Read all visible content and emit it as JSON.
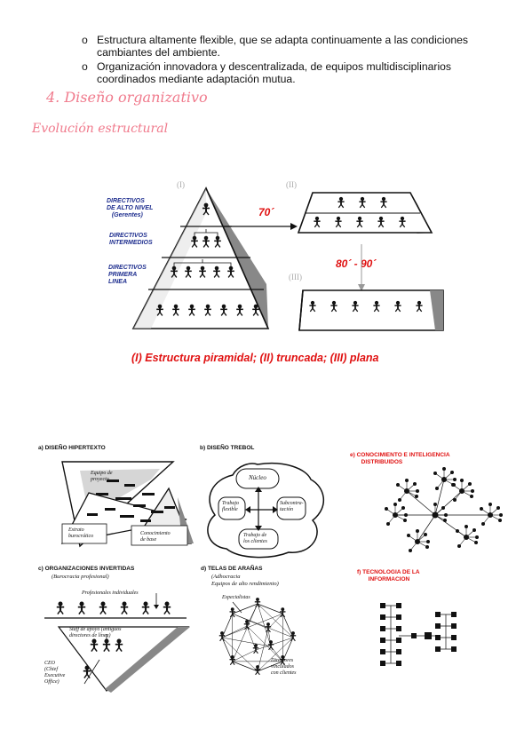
{
  "bullets": [
    {
      "marker": "o",
      "line1": "Estructura altamente flexible, que se adapta continuamente a las condiciones",
      "line2": "cambiantes del ambiente."
    },
    {
      "marker": "o",
      "line1": "Organización innovadora y descentralizada, de equipos multidisciplinarios",
      "line2": "coordinados mediante adaptación mutua."
    }
  ],
  "heading": "4. Diseño organizativo",
  "subheading": "Evolución estructural",
  "figure1": {
    "roman": [
      "(I)",
      "(II)",
      "(III)"
    ],
    "labels": {
      "alto_1": "DIRECTIVOS",
      "alto_2": "DE ALTO NIVEL",
      "alto_3": "(Gerentes)",
      "inter_1": "DIRECTIVOS",
      "inter_2": "INTERMEDIOS",
      "prim_1": "DIRECTIVOS",
      "prim_2": "PRIMERA",
      "prim_3": "LINEA"
    },
    "era1": "70´",
    "era2": "80´ -  90´",
    "caption": "(I) Estructura piramidal;   (II) truncada;   (III) plana"
  },
  "panels": {
    "a": {
      "title": "a)  DISEÑO HIPERTEXTO",
      "t1_1": "Equipo de",
      "t1_2": "proyecto",
      "t2_1": "Estrato",
      "t2_2": "burocrático",
      "t3_1": "Conocimiento",
      "t3_2": "de base"
    },
    "b": {
      "title": "b)  DISEÑO TREBOL",
      "nucleo": "Núcleo",
      "tl_1": "Trabajo",
      "tl_2": "flexible",
      "tr_1": "Subcontra-",
      "tr_2": "tación",
      "tb_1": "Trabajo de",
      "tb_2": "los clientes"
    },
    "e": {
      "title1": "e)    CONOCIMIENTO E INTELIGENCIA",
      "title2": "DISTRIBUIDOS"
    },
    "c": {
      "title": "c)  ORGANIZACIONES INVERTIDAS",
      "sub": "(Burocracia profesional)",
      "t1": "Profesionales individuales",
      "t2_1": "Staff de apoyo (antiguos",
      "t2_2": "directores de línea)",
      "t3_1": "CEO",
      "t3_2": "(Chief",
      "t3_3": "Executive",
      "t3_4": "Office)"
    },
    "d": {
      "title": "d)  TELAS DE ARAÑAS",
      "sub1": "(Adhocracia",
      "sub2": "Equipos de alto rendimiento)",
      "t1": "Especialistas",
      "t2_1": "Directores",
      "t2_2": "vinculados",
      "t2_3": "con clientes"
    },
    "f": {
      "title1": "f)    TECNOLOGIA DE LA",
      "title2": "INFORMACION"
    }
  }
}
